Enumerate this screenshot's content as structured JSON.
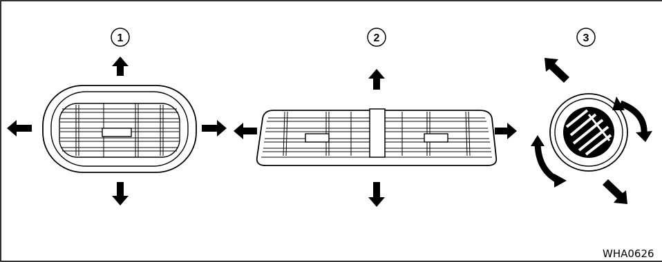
{
  "labels": {
    "vent_1": "1",
    "vent_2": "2",
    "vent_3": "3"
  },
  "figure_code": "WHA0626",
  "icons": {
    "arrows": "arrow-icon",
    "rotation": "curved-arrow-icon"
  },
  "colors": {
    "ink": "#000000",
    "background": "#ffffff"
  }
}
